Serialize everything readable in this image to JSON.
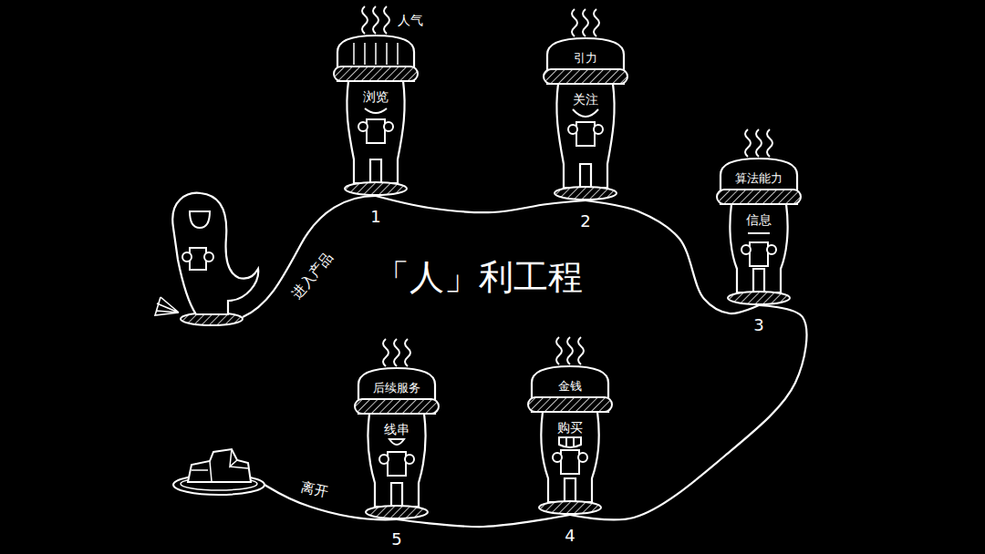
{
  "diagram": {
    "title": "「人」利工程",
    "nodes": [
      {
        "text": [
          "人气",
          "浏览"
        ]
      },
      {
        "text": [
          "引力",
          "关注"
        ]
      },
      {
        "text": [
          "算法能力",
          "信息"
        ]
      },
      {
        "text": [
          "金钱",
          "购买"
        ]
      },
      {
        "text": [
          "后续服务",
          "线串"
        ]
      }
    ],
    "edges": [
      {
        "from": 0,
        "to": 1,
        "arrow": "none"
      },
      {
        "from": 1,
        "to": 2,
        "arrow": "none"
      },
      {
        "from": 2,
        "to": 3,
        "arrow": "none"
      },
      {
        "from": 3,
        "to": 4,
        "arrow": "none"
      }
    ],
    "labels": [
      "进入产品",
      "1",
      "2",
      "3",
      "4",
      "5",
      "离开"
    ]
  }
}
